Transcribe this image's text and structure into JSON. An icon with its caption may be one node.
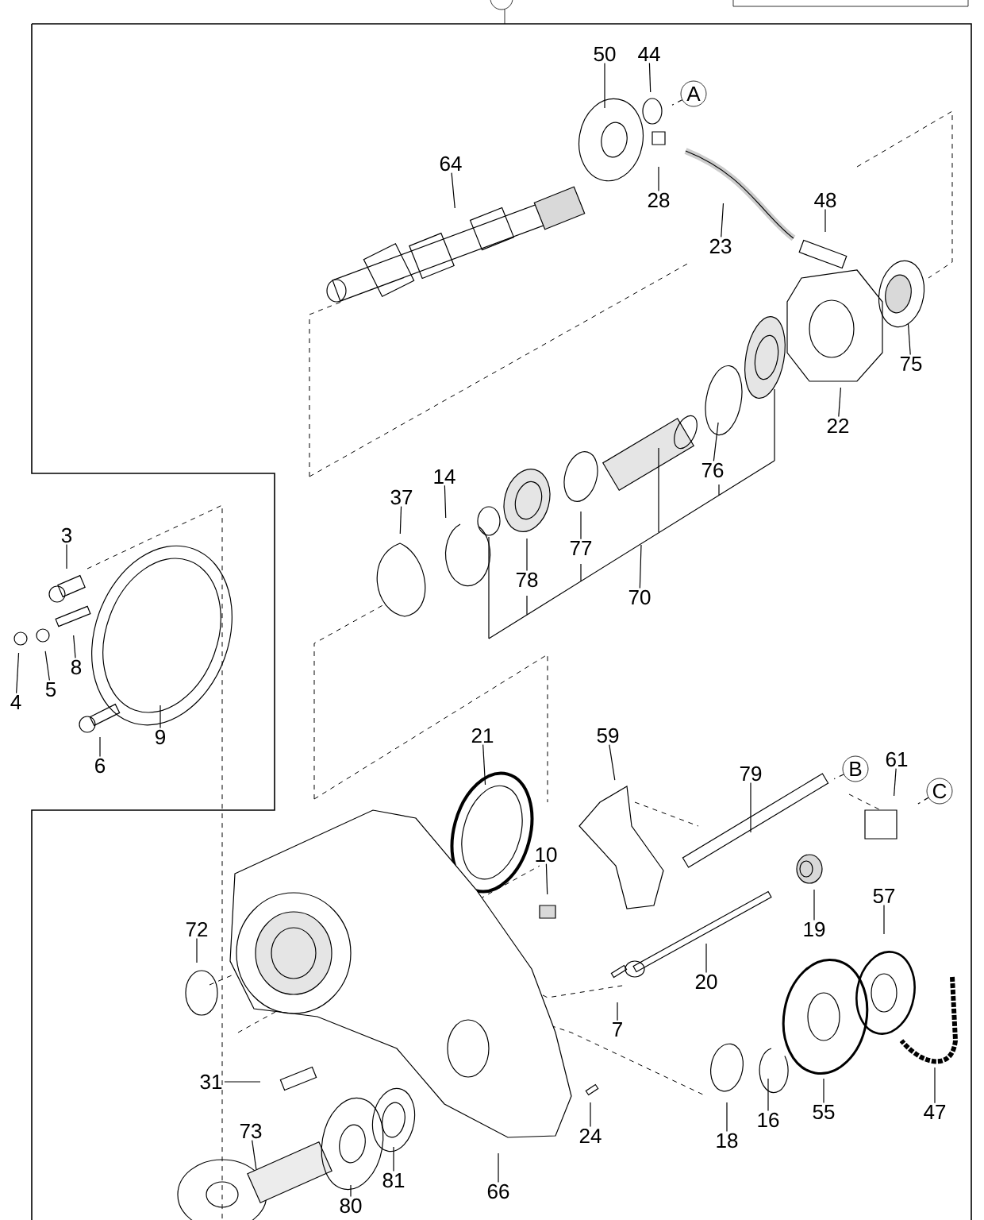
{
  "diagram": {
    "nodes": [
      {
        "text": [
          "50"
        ]
      },
      {
        "text": [
          "44"
        ]
      },
      {
        "text": [
          "A"
        ]
      },
      {
        "text": [
          "64"
        ]
      },
      {
        "text": [
          "28"
        ]
      },
      {
        "text": [
          "48"
        ]
      },
      {
        "text": [
          "23"
        ]
      },
      {
        "text": [
          "75"
        ]
      },
      {
        "text": [
          "22"
        ]
      },
      {
        "text": [
          "76"
        ]
      },
      {
        "text": [
          "14"
        ]
      },
      {
        "text": [
          "37"
        ]
      },
      {
        "text": [
          "77"
        ]
      },
      {
        "text": [
          "78"
        ]
      },
      {
        "text": [
          "70"
        ]
      },
      {
        "text": [
          "3"
        ]
      },
      {
        "text": [
          "8"
        ]
      },
      {
        "text": [
          "5"
        ]
      },
      {
        "text": [
          "4"
        ]
      },
      {
        "text": [
          "9"
        ]
      },
      {
        "text": [
          "6"
        ]
      },
      {
        "text": [
          "21"
        ]
      },
      {
        "text": [
          "59"
        ]
      },
      {
        "text": [
          "61"
        ]
      },
      {
        "text": [
          "79"
        ]
      },
      {
        "text": [
          "B"
        ]
      },
      {
        "text": [
          "C"
        ]
      },
      {
        "text": [
          "10"
        ]
      },
      {
        "text": [
          "72"
        ]
      },
      {
        "text": [
          "19"
        ]
      },
      {
        "text": [
          "57"
        ]
      },
      {
        "text": [
          "20"
        ]
      },
      {
        "text": [
          "7"
        ]
      },
      {
        "text": [
          "31"
        ]
      },
      {
        "text": [
          "55"
        ]
      },
      {
        "text": [
          "47"
        ]
      },
      {
        "text": [
          "16"
        ]
      },
      {
        "text": [
          "24"
        ]
      },
      {
        "text": [
          "18"
        ]
      },
      {
        "text": [
          "73"
        ]
      },
      {
        "text": [
          "81"
        ]
      },
      {
        "text": [
          "66"
        ]
      },
      {
        "text": [
          "80"
        ]
      }
    ],
    "edges": [
      {
        "from": 0,
        "to": null,
        "arrow": "none"
      },
      {
        "from": 1,
        "to": null,
        "arrow": "none"
      },
      {
        "from": 2,
        "to": null,
        "arrow": "none",
        "style": "dashed"
      },
      {
        "from": 3,
        "to": null,
        "arrow": "none"
      },
      {
        "from": 4,
        "to": null,
        "arrow": "none"
      },
      {
        "from": 5,
        "to": null,
        "arrow": "none"
      },
      {
        "from": 6,
        "to": null,
        "arrow": "none"
      },
      {
        "from": 7,
        "to": null,
        "arrow": "none"
      },
      {
        "from": 8,
        "to": null,
        "arrow": "none"
      },
      {
        "from": 9,
        "to": null,
        "arrow": "none"
      },
      {
        "from": 10,
        "to": null,
        "arrow": "none"
      },
      {
        "from": 11,
        "to": null,
        "arrow": "none"
      },
      {
        "from": 12,
        "to": null,
        "arrow": "none"
      },
      {
        "from": 13,
        "to": null,
        "arrow": "none"
      },
      {
        "from": 14,
        "to": null,
        "arrow": "none"
      },
      {
        "from": 15,
        "to": null,
        "arrow": "none"
      },
      {
        "from": 16,
        "to": null,
        "arrow": "none"
      },
      {
        "from": 17,
        "to": null,
        "arrow": "none"
      },
      {
        "from": 18,
        "to": null,
        "arrow": "none"
      },
      {
        "from": 19,
        "to": null,
        "arrow": "none"
      },
      {
        "from": 20,
        "to": null,
        "arrow": "none"
      },
      {
        "from": 21,
        "to": null,
        "arrow": "none"
      },
      {
        "from": 22,
        "to": null,
        "arrow": "none"
      },
      {
        "from": 23,
        "to": null,
        "arrow": "none"
      },
      {
        "from": 24,
        "to": null,
        "arrow": "none"
      },
      {
        "from": 25,
        "to": null,
        "arrow": "none",
        "style": "dashed"
      },
      {
        "from": 26,
        "to": null,
        "arrow": "none",
        "style": "dashed"
      },
      {
        "from": 27,
        "to": null,
        "arrow": "none"
      },
      {
        "from": 28,
        "to": null,
        "arrow": "none"
      },
      {
        "from": 29,
        "to": null,
        "arrow": "none"
      },
      {
        "from": 30,
        "to": null,
        "arrow": "none"
      },
      {
        "from": 31,
        "to": null,
        "arrow": "none"
      },
      {
        "from": 32,
        "to": null,
        "arrow": "none"
      },
      {
        "from": 33,
        "to": null,
        "arrow": "none"
      },
      {
        "from": 34,
        "to": null,
        "arrow": "none"
      },
      {
        "from": 35,
        "to": null,
        "arrow": "none"
      },
      {
        "from": 36,
        "to": null,
        "arrow": "none"
      },
      {
        "from": 37,
        "to": null,
        "arrow": "none"
      },
      {
        "from": 38,
        "to": null,
        "arrow": "none"
      },
      {
        "from": 39,
        "to": null,
        "arrow": "none"
      },
      {
        "from": 40,
        "to": null,
        "arrow": "none"
      },
      {
        "from": 41,
        "to": null,
        "arrow": "none"
      },
      {
        "from": 42,
        "to": null,
        "arrow": "none"
      }
    ]
  }
}
